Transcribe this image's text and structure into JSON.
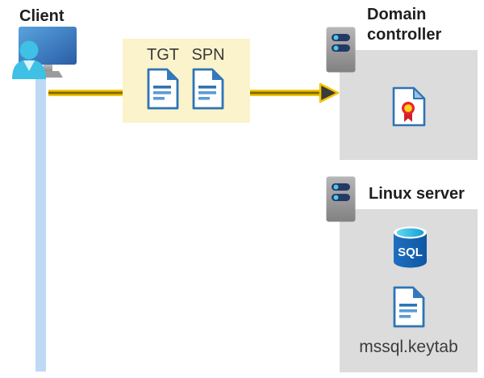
{
  "client": {
    "label": "Client"
  },
  "tickets": {
    "tgt_label": "TGT",
    "spn_label": "SPN"
  },
  "domain_controller": {
    "label": "Domain controller"
  },
  "linux_server": {
    "label": "Linux server",
    "database_label": "SQL",
    "keytab_label": "mssql.keytab"
  },
  "icons": [
    "user-icon",
    "monitor-icon",
    "server-icon",
    "document-icon",
    "certificate-icon",
    "sql-database-icon",
    "arrow-right-icon"
  ],
  "colors": {
    "arrow_yellow": "#f2c500",
    "arrow_core": "#7f6a00",
    "arrowhead_dark": "#3b3b39",
    "ticket_box_bg": "#faf3cb",
    "panel_bg": "#dcdcdc",
    "doc_border_blue": "#2e74b5",
    "doc_line_light_blue": "#5b9bd5",
    "cert_fold_blue": "#9dc3e6",
    "cert_ribbon_red": "#d0202a",
    "cert_seal_yellow": "#ffd21e",
    "sql_body_blue": "#1565b8",
    "sql_top_cyan": "#3fc9ea",
    "server_bar_navy": "#243a66",
    "server_dot_cyan": "#4ec7e9",
    "client_line_blue": "#bed9f5",
    "monitor_blue": "#3a78c0",
    "person_cyan": "#3ec1e4",
    "label_dark": "#1f1f1f"
  }
}
